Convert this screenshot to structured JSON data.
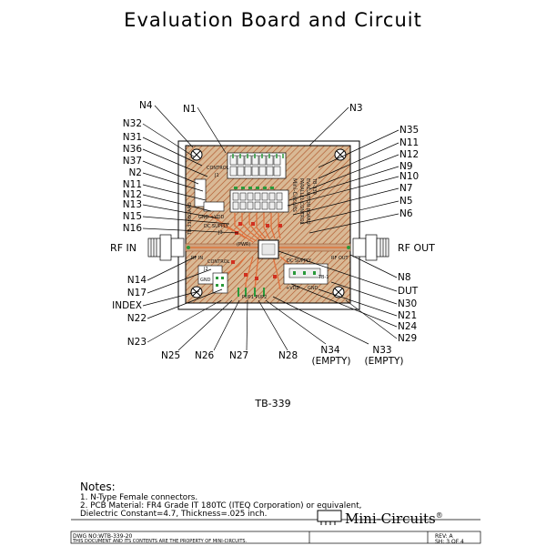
{
  "title": "Evaluation Board and Circuit",
  "callouts_left": [
    "N4",
    "N32",
    "N31",
    "N36",
    "N37",
    "N2",
    "N11",
    "N12",
    "N13",
    "N15",
    "N16"
  ],
  "callouts_right": [
    "N35",
    "N11",
    "N12",
    "N9",
    "N10",
    "N7",
    "N5",
    "N6"
  ],
  "callouts_lower_left": [
    "N14",
    "N17",
    "INDEX",
    "N22",
    "N23"
  ],
  "callouts_lower_right": [
    "N8",
    "DUT",
    "N30",
    "N21",
    "N24",
    "N29"
  ],
  "callouts_bottom": [
    "N25",
    "N26",
    "N27",
    "N28"
  ],
  "callout_n34": "N34",
  "callout_n33": "N33",
  "empty_label": "(EMPTY)",
  "top_n1": "N1",
  "top_n3": "N3",
  "rf_in": "RF IN",
  "rf_out": "RF OUT",
  "board_text": {
    "control_top": "CONTROL",
    "j1": "J1",
    "control_low": "CONTROL",
    "j2": "J2",
    "gnd_vdd": "GND  +VDD",
    "dc_supply_left": "DC SUPPLY",
    "j3": "J3",
    "dc_supply_right": "DC SUPPLY",
    "j4": "J4",
    "pwr": "(PWR)",
    "rf_in_small": "RF IN",
    "rf_out_small": "RF OUT",
    "gnd": "GND",
    "vdd": "+VDD",
    "mc_block": [
      "Mini-Circuits",
      "PARALLEL CONTROL",
      "EVALUATION BOARD",
      "TB-339"
    ],
    "side_code": "TB-339BOARD",
    "pup": "PUP1  PUP2",
    "tb1": "TB-1"
  },
  "tb_label": "TB-339",
  "notes_heading": "Notes:",
  "notes": [
    "1.  N-Type Female connectors.",
    "2.  PCB Material: FR4 Grade IT 180TC (ITEQ Corporation) or equivalent,",
    "     Dielectric Constant=4.7, Thickness=.025 inch."
  ],
  "dwg_no": "DWG NO:WTB-339-20",
  "property_note": "THIS DOCUMENT AND ITS CONTENTS ARE THE PROPERTY OF MINI-CIRCUITS.",
  "brand": "Mini-Circuits",
  "brand_mark": "®",
  "rev": "REV: A",
  "sheet": "SH: 3  OF  4",
  "colors": {
    "pcb": "#d9b995",
    "hatch": "#b0562a",
    "trace": "#e0703c",
    "green": "#2a9a3a"
  }
}
